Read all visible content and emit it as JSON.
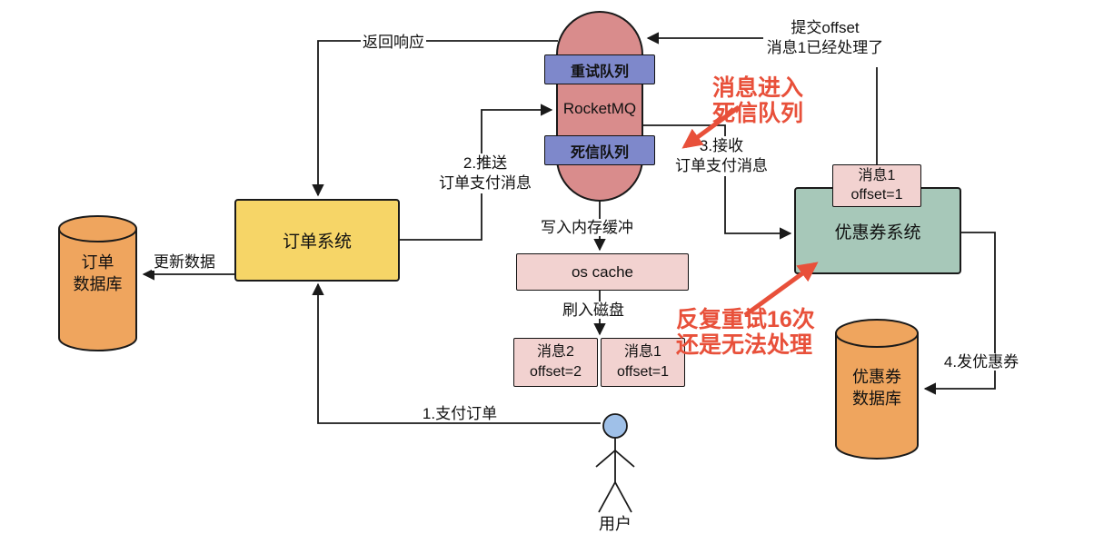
{
  "nodes": {
    "rocketmq": {
      "label": "RocketMQ"
    },
    "retry_queue": {
      "label": "重试队列"
    },
    "dead_letter_queue": {
      "label": "死信队列"
    },
    "order_system": {
      "label": "订单系统"
    },
    "order_db": {
      "line1": "订单",
      "line2": "数据库"
    },
    "os_cache": {
      "label": "os cache"
    },
    "disk_msg2": {
      "line1": "消息2",
      "line2": "offset=2"
    },
    "disk_msg1": {
      "line1": "消息1",
      "line2": "offset=1"
    },
    "coupon_system": {
      "label": "优惠券系统"
    },
    "coupon_msg1": {
      "line1": "消息1",
      "line2": "offset=1"
    },
    "coupon_db": {
      "line1": "优惠券",
      "line2": "数据库"
    },
    "user": {
      "label": "用户"
    }
  },
  "edge_labels": {
    "pay_order": "1.支付订单",
    "push_line1": "2.推送",
    "push_line2": "订单支付消息",
    "receive_line1": "3.接收",
    "receive_line2": "订单支付消息",
    "send_coupon": "4.发优惠券",
    "return_response": "返回响应",
    "update_data": "更新数据",
    "write_buffer": "写入内存缓冲",
    "flush_disk": "刷入磁盘",
    "submit_offset_line1": "提交offset",
    "submit_offset_line2": "消息1已经处理了"
  },
  "annotations": {
    "dead_letter_note_line1": "消息进入",
    "dead_letter_note_line2": "死信队列",
    "retry_note_line1": "反复重试16次",
    "retry_note_line2": "还是无法处理"
  },
  "colors": {
    "rocketmq_fill": "#d98c8c",
    "queue_fill": "#7e88cb",
    "order_system_fill": "#f6d567",
    "database_fill": "#efa55e",
    "cache_fill": "#f2d2d0",
    "coupon_system_fill": "#a7c8b9",
    "user_head_fill": "#9fc0e8",
    "annotation_red": "#e8503a",
    "line_black": "#1a1a1a"
  }
}
